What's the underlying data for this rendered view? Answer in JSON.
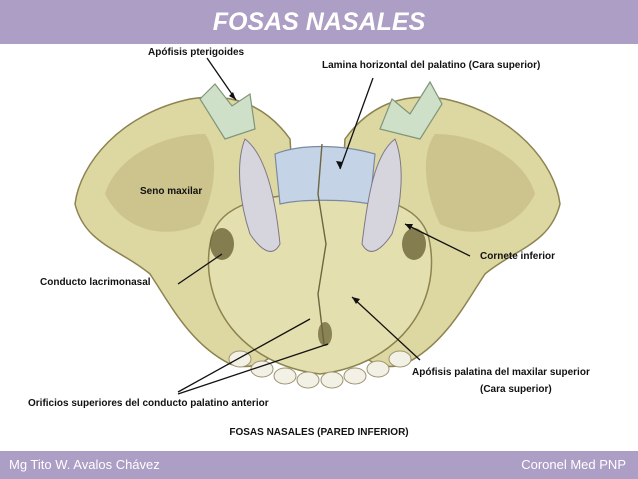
{
  "header": {
    "title": "FOSAS NASALES"
  },
  "labels": {
    "pterigoides": "Apófisis pterigoides",
    "lamina": "Lamina horizontal del palatino (Cara superior)",
    "seno": "Seno maxilar",
    "cornete": "Cornete inferior",
    "conducto": "Conducto lacrimonasal",
    "apofisis_palatina": "Apófisis palatina del maxilar superior",
    "cara_superior": "(Cara superior)",
    "orificios": "Orificios superiores del conducto palatino anterior"
  },
  "caption": "FOSAS NASALES (PARED INFERIOR)",
  "footer": {
    "left": "Mg Tito W. Avalos Chávez",
    "right": "Coronel Med PNP"
  },
  "colors": {
    "bar": "#ac9ec5",
    "bone": "#ddd7a2",
    "bone_dark": "#bdb47a",
    "pterygoid": "#cfe0c9",
    "lamina": "#c4d3e6"
  }
}
